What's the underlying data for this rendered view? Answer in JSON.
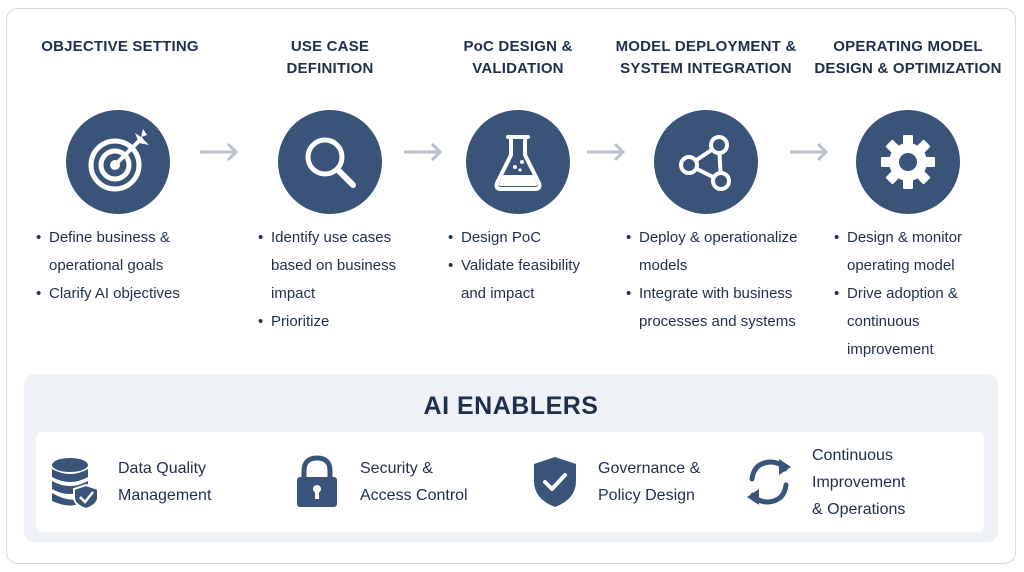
{
  "steps": [
    {
      "title_line1": "OBJECTIVE SETTING",
      "title_line2": "",
      "icon": "target-icon",
      "bullets": [
        [
          "Define business &",
          "operational goals"
        ],
        [
          "Clarify AI objectives"
        ]
      ]
    },
    {
      "title_line1": "USE CASE",
      "title_line2": "DEFINITION",
      "icon": "magnifier-icon",
      "bullets": [
        [
          "Identify use cases",
          "based on business",
          "impact"
        ],
        [
          "Prioritize"
        ]
      ]
    },
    {
      "title_line1": "PoC DESIGN &",
      "title_line2": "VALIDATION",
      "icon": "flask-icon",
      "bullets": [
        [
          "Design PoC"
        ],
        [
          "Validate feasibility",
          "and impact"
        ]
      ]
    },
    {
      "title_line1": "MODEL DEPLOYMENT &",
      "title_line2": "SYSTEM INTEGRATION",
      "icon": "network-icon",
      "bullets": [
        [
          "Deploy & operationalize",
          "models"
        ],
        [
          "Integrate with business",
          "processes and systems"
        ]
      ]
    },
    {
      "title_line1": "OPERATING MODEL",
      "title_line2": "DESIGN & OPTIMIZATION",
      "icon": "gear-icon",
      "bullets": [
        [
          "Design & monitor",
          "operating model"
        ],
        [
          "Drive adoption &",
          "continuous improvement"
        ]
      ]
    }
  ],
  "enablers": {
    "title": "AI ENABLERS",
    "items": [
      {
        "line1": "Data Quality",
        "line2": "Management",
        "icon": "database-check-icon"
      },
      {
        "line1": "Security &",
        "line2": "Access Control",
        "icon": "padlock-icon"
      },
      {
        "line1": "Governance &",
        "line2": "Policy Design",
        "icon": "shield-check-icon"
      },
      {
        "line1": "Continuous Improvement",
        "line2": "& Operations",
        "icon": "refresh-cycle-icon"
      }
    ]
  },
  "colors": {
    "primary": "#3a5379",
    "text": "#1f2f4b",
    "arrow": "#b9c1cd",
    "panel": "#eef2f7"
  }
}
